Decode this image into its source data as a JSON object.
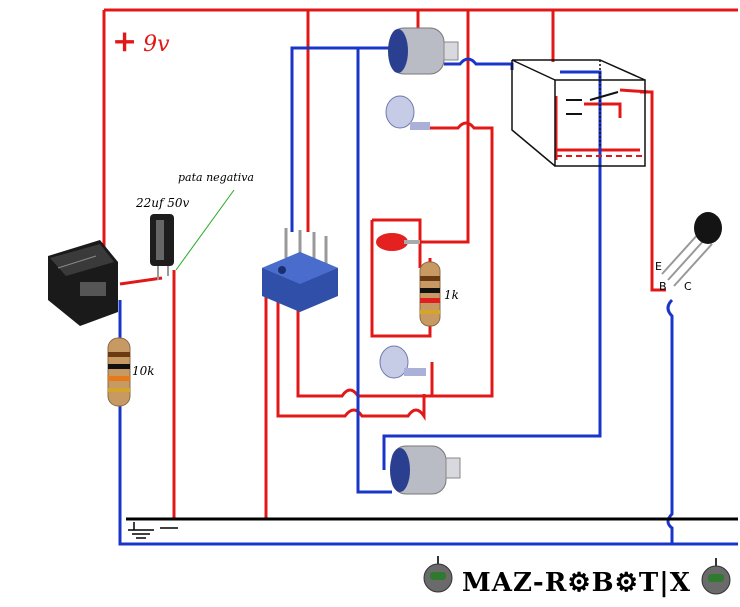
{
  "labels": {
    "supply_sign": "+",
    "supply_voltage": "9v",
    "capacitor": "22uf 50v",
    "capacitor_note": "pata negativa",
    "resistor_small": "1k",
    "resistor_large": "10k",
    "pin_e": "E",
    "pin_b": "B",
    "pin_c": "C"
  },
  "branding": {
    "text": "MAZ-R⚙B⚙T|X"
  },
  "colors": {
    "positive_wire": "#e01818",
    "negative_wire": "#1a36c8",
    "ground_wire": "#000000",
    "annotation_line": "#22aa22"
  }
}
